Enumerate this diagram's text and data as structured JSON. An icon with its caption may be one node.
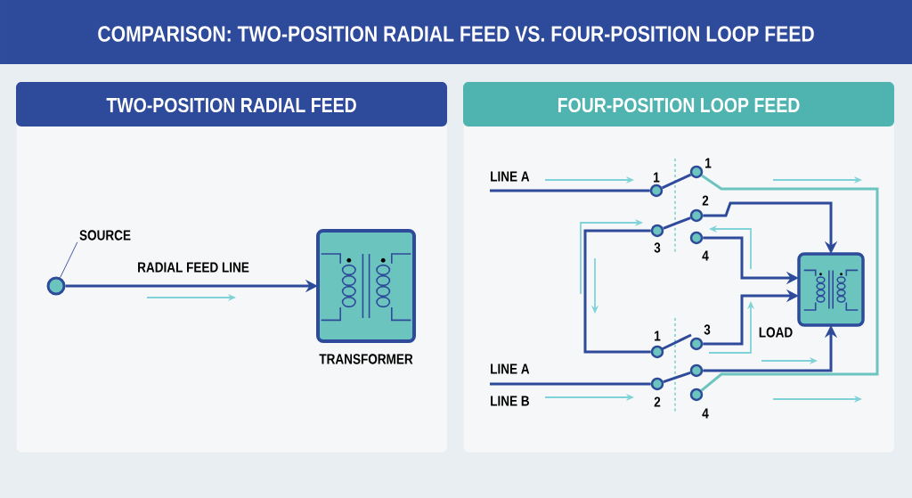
{
  "diagram": {
    "title": "COMPARISON: TWO-POSITION RADIAL FEED VS. FOUR-POSITION LOOP FEED",
    "nodes": [
      {
        "text": [
          "TWO-POSITION RADIAL FEED"
        ]
      },
      {
        "text": [
          "SOURCE"
        ],
        "in": 0
      },
      {
        "text": [],
        "shape": "circle",
        "in": 0
      },
      {
        "text": [
          "TRANSFORMER"
        ],
        "in": 0
      },
      {
        "text": [
          "FOUR-POSITION LOOP FEED"
        ]
      },
      {
        "text": [],
        "shape": "circle",
        "beside": [
          "1"
        ],
        "in": 4
      },
      {
        "text": [],
        "shape": "circle",
        "beside": [
          "1"
        ],
        "in": 4
      },
      {
        "text": [],
        "shape": "circle",
        "beside": [
          "3"
        ],
        "in": 4
      },
      {
        "text": [],
        "shape": "circle",
        "beside": [
          "2"
        ],
        "in": 4
      },
      {
        "text": [],
        "shape": "circle",
        "beside": [
          "4"
        ],
        "in": 4
      },
      {
        "text": [],
        "shape": "circle",
        "beside": [
          "1"
        ],
        "in": 4
      },
      {
        "text": [],
        "shape": "circle",
        "beside": [
          "3"
        ],
        "in": 4
      },
      {
        "text": [],
        "shape": "circle",
        "beside": [
          "2"
        ],
        "in": 4
      },
      {
        "text": [],
        "shape": "circle",
        "in": 4
      },
      {
        "text": [],
        "shape": "circle",
        "beside": [
          "4"
        ],
        "in": 4
      },
      {
        "text": [
          "LOAD"
        ],
        "in": 4
      }
    ],
    "edges": [
      {
        "from": 1,
        "to": 2,
        "arrow": "none"
      },
      {
        "from": 2,
        "to": 3,
        "arrow": "to",
        "label": "RADIAL FEED LINE"
      },
      {
        "from": null,
        "to": 5,
        "arrow": "none"
      },
      {
        "from": 5,
        "to": 6,
        "arrow": "none"
      },
      {
        "from": 6,
        "to": 14,
        "arrow": "none",
        "color": "#6cc4bf"
      },
      {
        "from": 7,
        "to": 8,
        "arrow": "none"
      },
      {
        "from": 8,
        "to": 15,
        "arrow": "to"
      },
      {
        "from": 9,
        "to": 15,
        "arrow": "to"
      },
      {
        "from": 7,
        "to": 10,
        "arrow": "none"
      },
      {
        "from": 11,
        "to": 15,
        "arrow": "to"
      },
      {
        "from": null,
        "to": 12,
        "arrow": "none"
      },
      {
        "from": 12,
        "to": 13,
        "arrow": "none"
      },
      {
        "from": 13,
        "to": 15,
        "arrow": "to"
      }
    ],
    "labels": [
      "LINE A",
      "LINE A",
      "LINE B"
    ]
  }
}
